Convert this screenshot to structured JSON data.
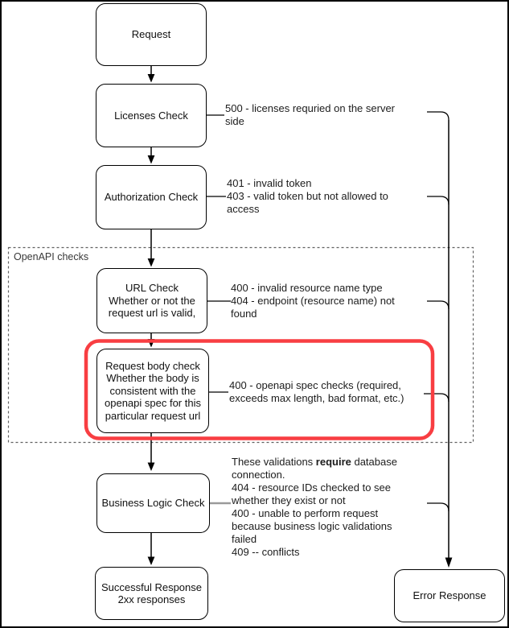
{
  "container": {
    "label": "OpenAPI checks"
  },
  "nodes": {
    "request": {
      "lines": [
        "Request"
      ]
    },
    "licenses": {
      "lines": [
        "Licenses Check"
      ]
    },
    "authorization": {
      "lines": [
        "Authorization Check"
      ]
    },
    "url_check": {
      "lines": [
        "URL Check",
        "Whether or not the",
        "request url is valid,"
      ]
    },
    "request_body": {
      "lines": [
        "Request body check",
        "Whether the body is",
        "consistent with the",
        "openapi spec for this",
        "particular request url"
      ]
    },
    "business": {
      "lines": [
        "Business Logic Check"
      ]
    },
    "success": {
      "lines": [
        "Successful Response",
        "2xx responses"
      ]
    },
    "error": {
      "lines": [
        "Error Response"
      ]
    }
  },
  "annotations": {
    "licenses": {
      "lines": [
        "500 - licenses requried on the server",
        "side"
      ]
    },
    "authorization": {
      "lines": [
        "401 - invalid token",
        "403 - valid token but not allowed to",
        "access"
      ]
    },
    "url_check": {
      "lines": [
        "400 - invalid resource name type",
        "404 - endpoint (resource name) not",
        "found"
      ]
    },
    "request_body": {
      "lines": [
        "400 - openapi spec checks (required,",
        "exceeds max length, bad format, etc.)"
      ]
    },
    "business": {
      "line1_prefix": "These validations ",
      "line1_bold": "require",
      "line1_suffix": " database",
      "lines_rest": [
        "connection.",
        "404 - resource IDs checked to see",
        "whether they exist or not",
        "400 - unable to perform request",
        "because business logic validations",
        "failed",
        "409 -- conflicts"
      ]
    }
  },
  "colors": {
    "highlight_red": "#f83e42",
    "stroke_black": "#000000",
    "dashed_gray": "#616161"
  }
}
